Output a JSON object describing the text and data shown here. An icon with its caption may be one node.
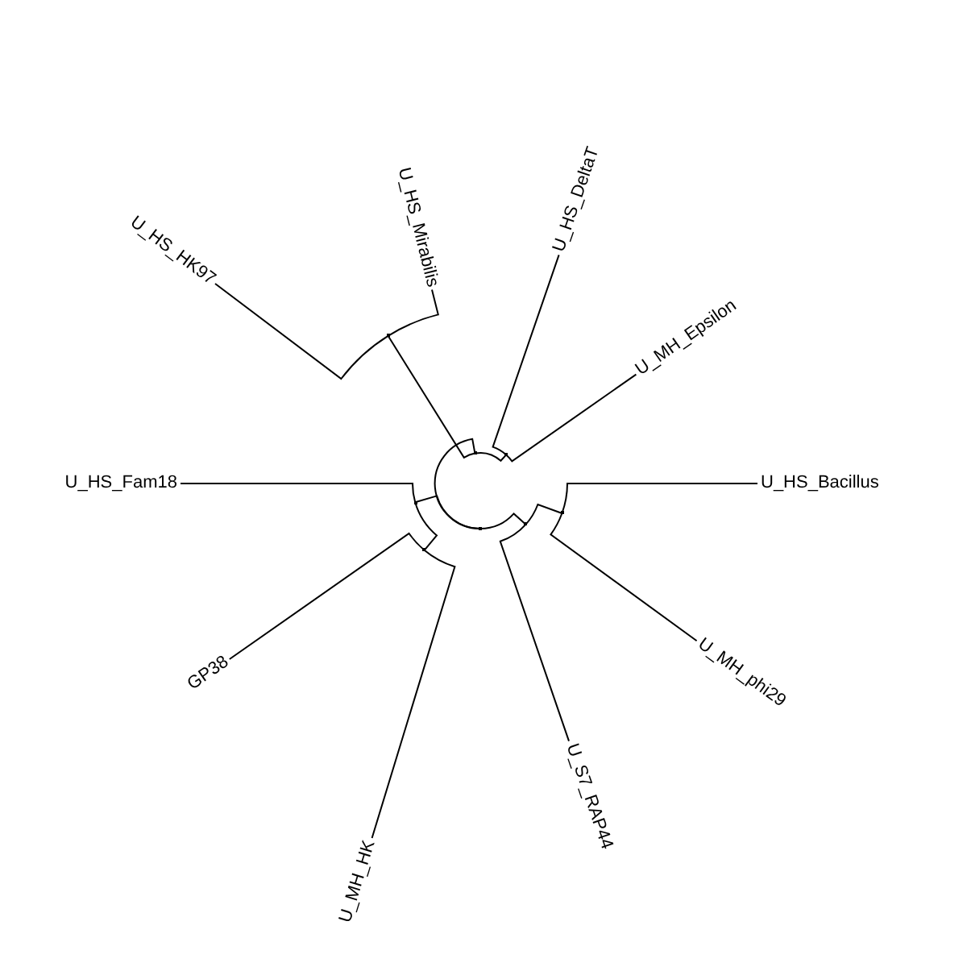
{
  "diagram": {
    "nodes": [
      {
        "text": [
          "U_HS_Mirabilis"
        ]
      },
      {
        "text": [
          "U_HS_HK97"
        ]
      },
      {
        "text": [
          "U_HS_DeltaT"
        ]
      },
      {
        "text": [
          "U_MH_Epsilon"
        ]
      },
      {
        "text": [
          "U_HS_Fam18"
        ]
      },
      {
        "text": [
          "U_HS_Bacillus"
        ]
      },
      {
        "text": [
          "U_MH_phi29"
        ]
      },
      {
        "text": [
          "GP38"
        ]
      },
      {
        "text": [
          "U_S7_RAP44"
        ]
      },
      {
        "text": [
          "U_MH_HK"
        ]
      },
      {
        "text": [],
        "shape": "point"
      },
      {
        "text": [],
        "shape": "point"
      },
      {
        "text": [],
        "shape": "point"
      },
      {
        "text": [],
        "shape": "point"
      },
      {
        "text": [],
        "shape": "point"
      },
      {
        "text": [],
        "shape": "point"
      },
      {
        "text": [],
        "shape": "point"
      },
      {
        "text": [],
        "shape": "point"
      }
    ],
    "edges": [
      {
        "from": 10,
        "to": 11,
        "arrow": "none"
      },
      {
        "from": 11,
        "to": 12,
        "arrow": "none"
      },
      {
        "from": 12,
        "to": 0,
        "arrow": "none"
      },
      {
        "from": 12,
        "to": 1,
        "arrow": "none"
      },
      {
        "from": 11,
        "to": 13,
        "arrow": "none"
      },
      {
        "from": 13,
        "to": 2,
        "arrow": "none"
      },
      {
        "from": 13,
        "to": 3,
        "arrow": "none"
      },
      {
        "from": 10,
        "to": 14,
        "arrow": "none"
      },
      {
        "from": 14,
        "to": 4,
        "arrow": "none"
      },
      {
        "from": 14,
        "to": 15,
        "arrow": "none"
      },
      {
        "from": 15,
        "to": 7,
        "arrow": "none"
      },
      {
        "from": 15,
        "to": 9,
        "arrow": "none"
      },
      {
        "from": 10,
        "to": 16,
        "arrow": "none"
      },
      {
        "from": 16,
        "to": 8,
        "arrow": "none"
      },
      {
        "from": 16,
        "to": 17,
        "arrow": "none"
      },
      {
        "from": 17,
        "to": 6,
        "arrow": "none"
      },
      {
        "from": 17,
        "to": 5,
        "arrow": "none"
      }
    ]
  }
}
